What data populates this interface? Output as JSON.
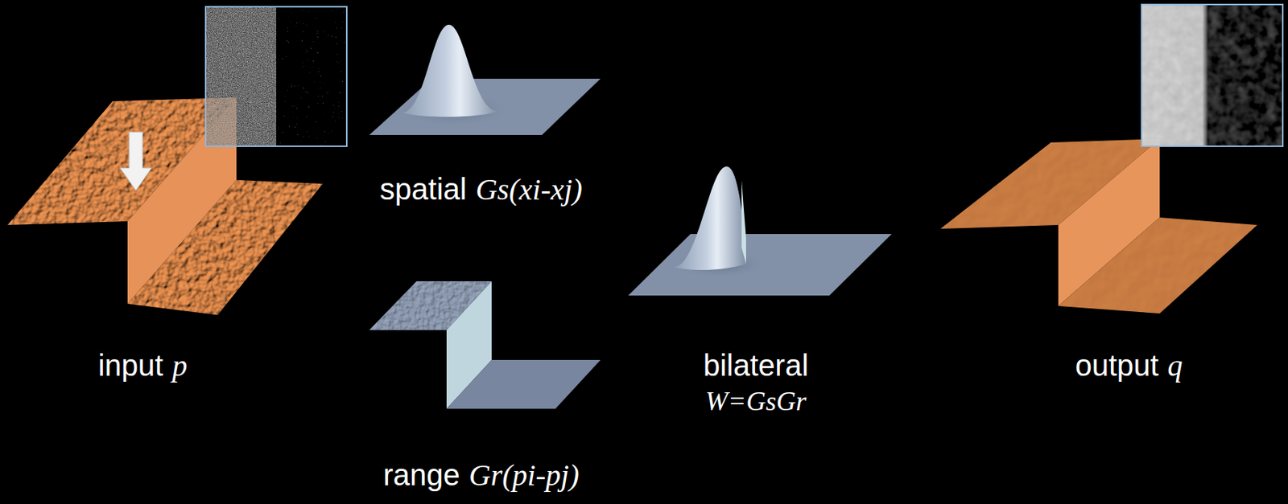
{
  "diagram": {
    "labels": [
      "input",
      "p",
      "spatial",
      "Gs(xi-xj)",
      "range",
      "Gr(pi-pj)",
      "bilateral",
      "W=GsGr",
      "output",
      "q"
    ]
  }
}
